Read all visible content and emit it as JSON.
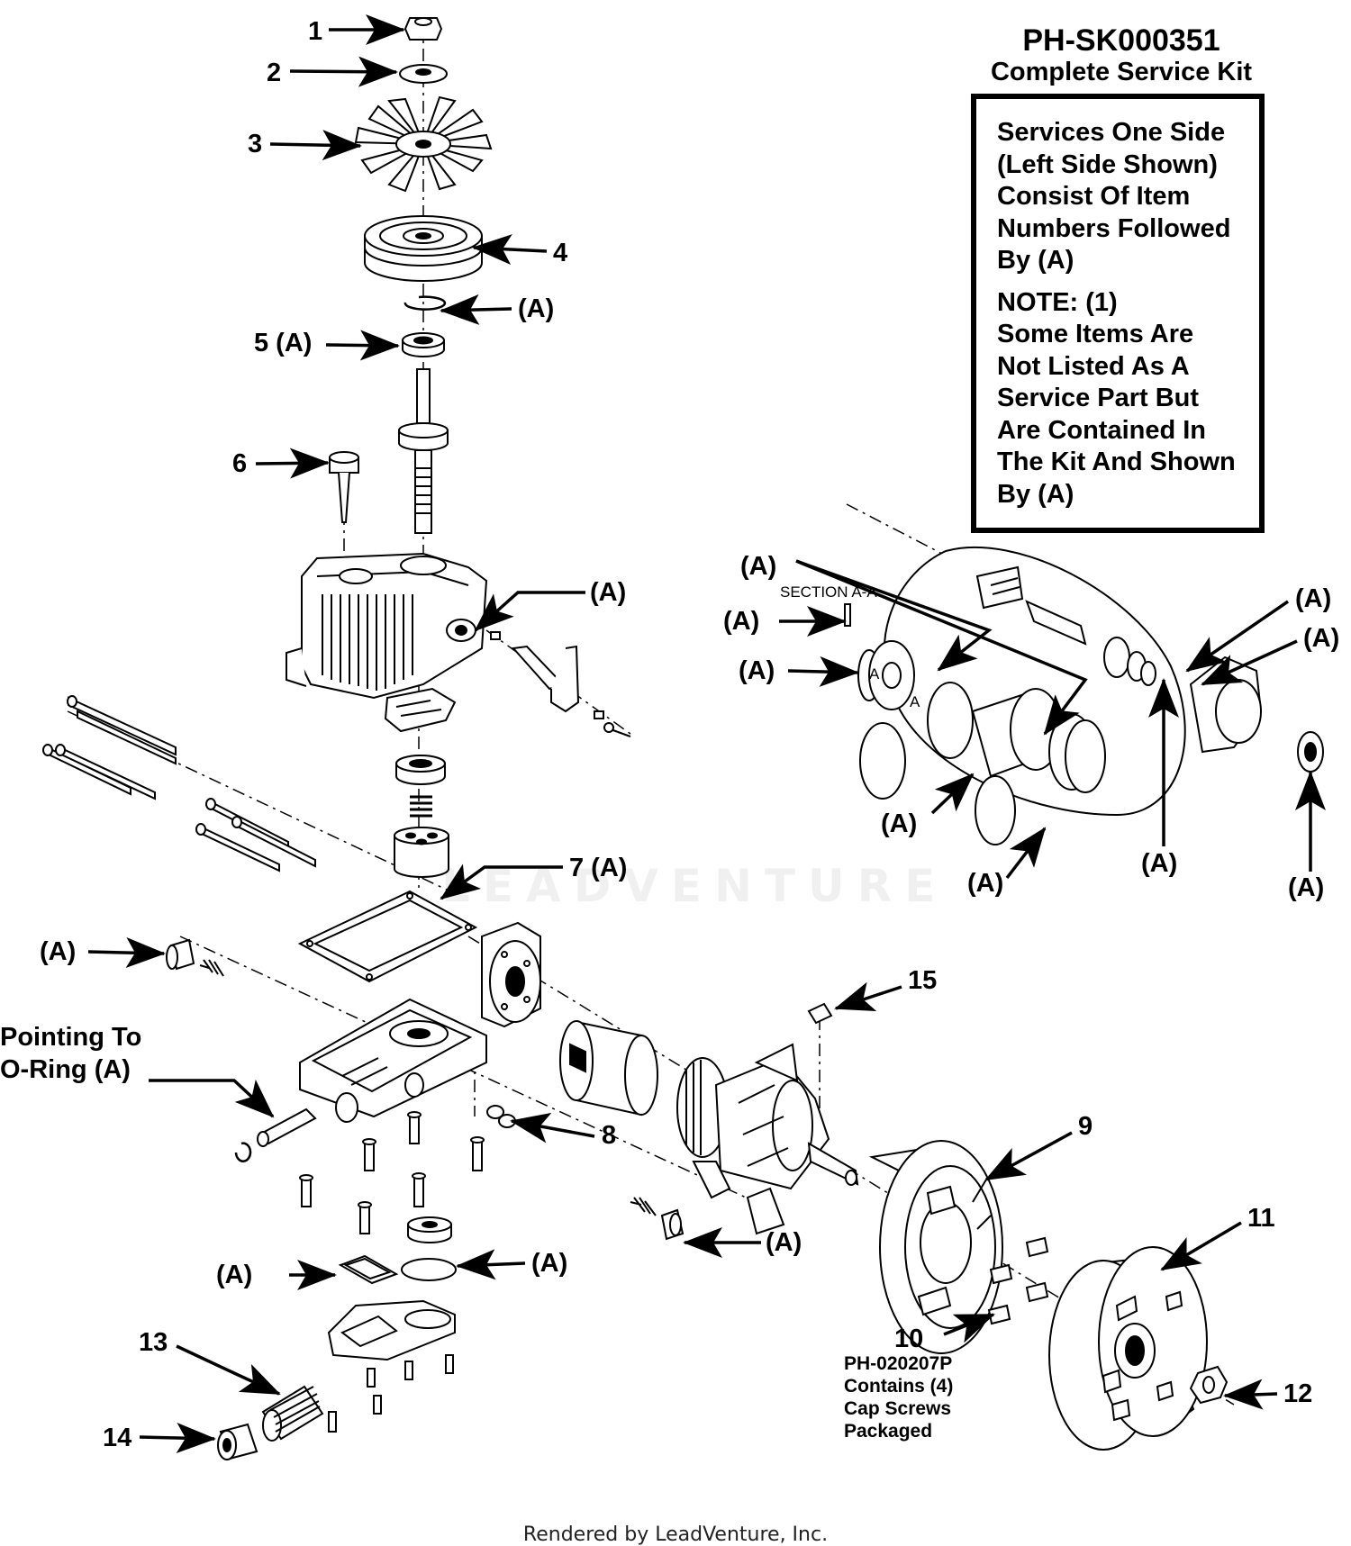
{
  "kit": {
    "number": "PH-SK000351",
    "title": "Complete Service Kit",
    "paragraph_1": "Services One Side\n(Left Side Shown)\nConsist Of Item\nNumbers Followed\nBy (A)",
    "paragraph_2": "NOTE: (1)\nSome Items Are\nNot Listed As A\nService Part But\nAre Contained In\nThe Kit And Shown\nBy (A)"
  },
  "callouts": {
    "c1": "1",
    "c2": "2",
    "c3": "3",
    "c4": "4",
    "c5": "5 (A)",
    "c6": "6",
    "c7": "7 (A)",
    "c8": "8",
    "c9": "9",
    "c10": "10",
    "c11": "11",
    "c12": "12",
    "c13": "13",
    "c14": "14",
    "c15": "15",
    "a": "(A)"
  },
  "section_label": "SECTION A-A",
  "section_letter": "A",
  "pointing_note": "Pointing To\nO-Ring (A)",
  "item10_note": "PH-020207P\nContains (4)\nCap Screws\nPackaged",
  "watermark": "LEADVENTURE",
  "footer": "Rendered by LeadVenture, Inc.",
  "colors": {
    "ink": "#000000",
    "part_fill": "#ffffff",
    "watermark": "#f0f0f0"
  },
  "icons": [
    "arrow-icon"
  ]
}
